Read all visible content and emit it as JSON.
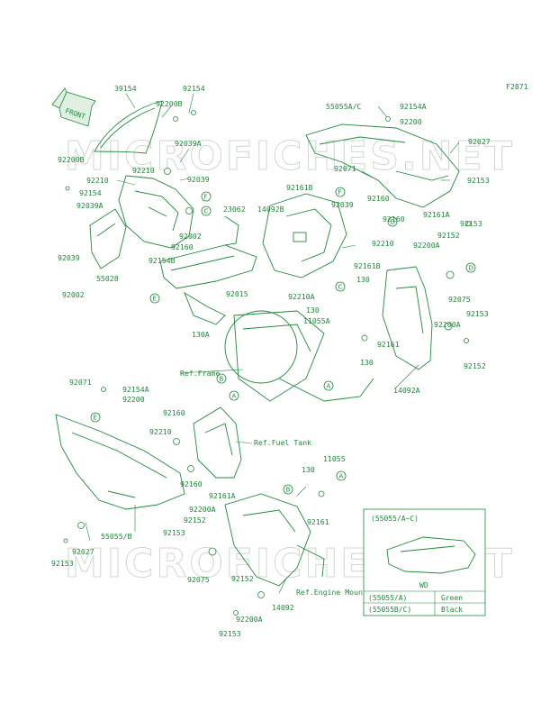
{
  "figure_code": "F2871",
  "front_label": "FRONT",
  "watermark": "MICROFICHES.NET",
  "colors": {
    "line": "#1f8a3a",
    "fill": "#dff0e1",
    "watermark": "#cfd8d0"
  },
  "part_labels": {
    "p39154": "39154",
    "p92200B_top": "92200B",
    "p92154_top": "92154",
    "p92200B_left": "92200B",
    "p92039A_a": "92039A",
    "p92210_a": "92210",
    "p92210_b": "92210",
    "p92039_a": "92039",
    "p92154_left": "92154",
    "p92039A_b": "92039A",
    "p92002_a": "92002",
    "p92160_a": "92160",
    "p92039_b": "92039",
    "p92154B": "92154B",
    "p55028": "55028",
    "p92002_b": "92002",
    "p23062": "23062",
    "p14092B": "14092B",
    "p92161B_a": "92161B",
    "p92039_c": "92039",
    "p92015": "92015",
    "p92210A": "92210A",
    "p130_a": "130",
    "p11055A": "11055A",
    "p130A": "130A",
    "ref_frame": "Ref.Frame",
    "p55055AC": "55055A/C",
    "p92154A_top": "92154A",
    "p92200_top": "92200",
    "p92027_top": "92027",
    "p92071_top": "92071",
    "p92153_a": "92153",
    "p92160_b": "92160",
    "p92160_c": "92160",
    "p92161A_top": "92161A",
    "p92153_b": "92153",
    "p92210_c": "92210",
    "p92152_a": "92152",
    "p92200A_a": "92200A",
    "p92161B_b": "92161B",
    "p130_b": "130",
    "p92075_a": "92075",
    "p92200A_b": "92200A",
    "p92153_c": "92153",
    "p92161_a": "92161",
    "p130_c": "130",
    "p92152_b": "92152",
    "p14092A": "14092A",
    "p92071_bot": "92071",
    "p92154A_bot": "92154A",
    "p92200_bot": "92200",
    "p92160_d": "92160",
    "p92210_d": "92210",
    "ref_fuel_tank": "Ref.Fuel Tank",
    "p92160_e": "92160",
    "p92161A_bot": "92161A",
    "p11055": "11055",
    "p130_d": "130",
    "p55055B": "55055/B",
    "p92027_bot": "92027",
    "p92153_d": "92153",
    "p92200A_c": "92200A",
    "p92152_c": "92152",
    "p92153_e": "92153",
    "p92161_b": "92161",
    "p92075_b": "92075",
    "p92152_d": "92152",
    "p14092": "14092",
    "ref_engine_mount": "Ref.Engine Mount",
    "p92200A_d": "92200A",
    "p92153_f": "92153"
  },
  "callouts": [
    "F",
    "C",
    "E",
    "D",
    "C",
    "A",
    "B",
    "A",
    "E",
    "B",
    "A",
    "F",
    "D"
  ],
  "legend_box": {
    "title": "(55055/A~C)",
    "sub": "WD",
    "rows": [
      {
        "code": "(55055/A)",
        "color": "Green"
      },
      {
        "code": "(55055B/C)",
        "color": "Black"
      }
    ]
  }
}
